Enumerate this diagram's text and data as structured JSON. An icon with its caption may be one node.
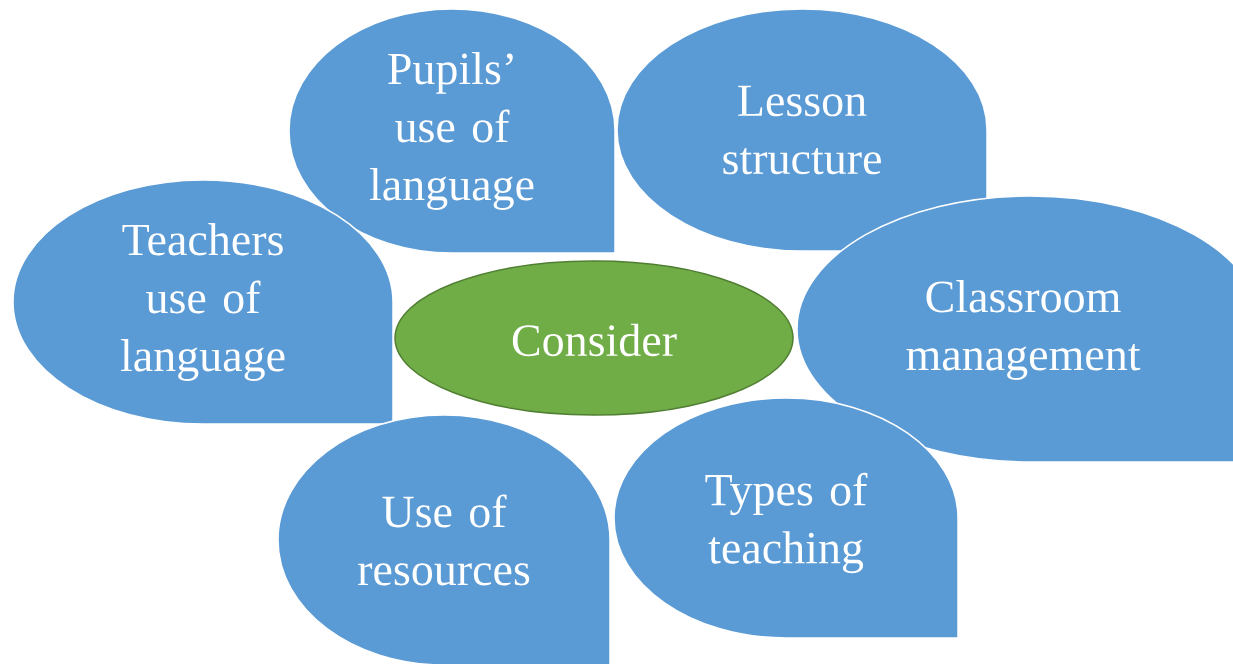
{
  "diagram": {
    "nodes": [
      {
        "text": [
          "Pupils’ use of language"
        ]
      },
      {
        "text": [
          "Lesson structure"
        ]
      },
      {
        "text": [
          "Teachers use of language"
        ]
      },
      {
        "text": [
          "Consider"
        ]
      },
      {
        "text": [
          "Classroom management"
        ]
      },
      {
        "text": [
          "Use of resources"
        ]
      },
      {
        "text": [
          "Types of teaching"
        ]
      }
    ]
  }
}
